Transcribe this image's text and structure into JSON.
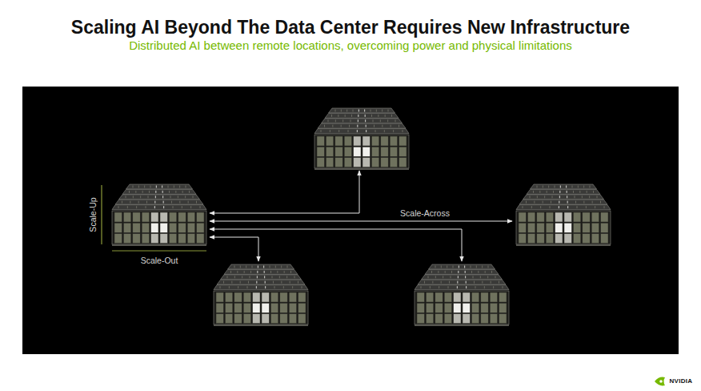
{
  "diagram": {
    "title": "Scaling AI Beyond The Data Center Requires New Infrastructure",
    "caption": "Distributed AI between remote locations, overcoming power and physical limitations",
    "labels": [
      "Scale-Up",
      "Scale-Out",
      "Scale-Across",
      "NVIDIA"
    ]
  }
}
